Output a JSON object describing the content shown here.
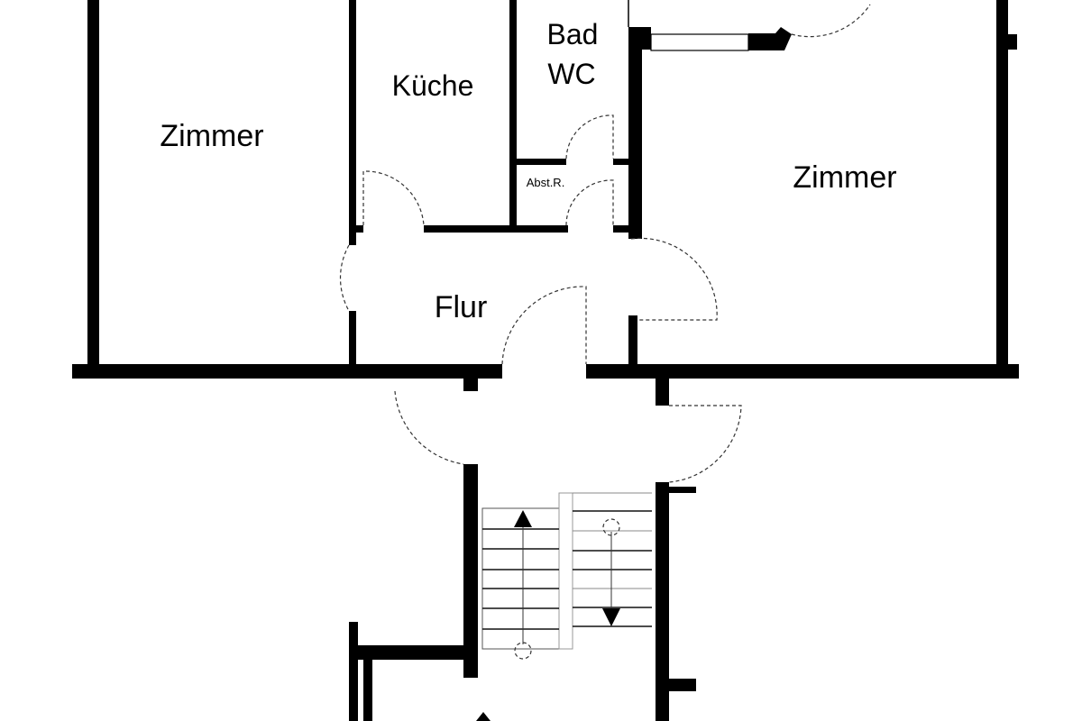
{
  "rooms": {
    "zimmer_left": "Zimmer",
    "kueche": "Küche",
    "bad": "Bad",
    "wc": "WC",
    "abstellraum": "Abst.R.",
    "flur": "Flur",
    "zimmer_right": "Zimmer"
  },
  "colors": {
    "wall": "#000000",
    "background": "#ffffff"
  }
}
